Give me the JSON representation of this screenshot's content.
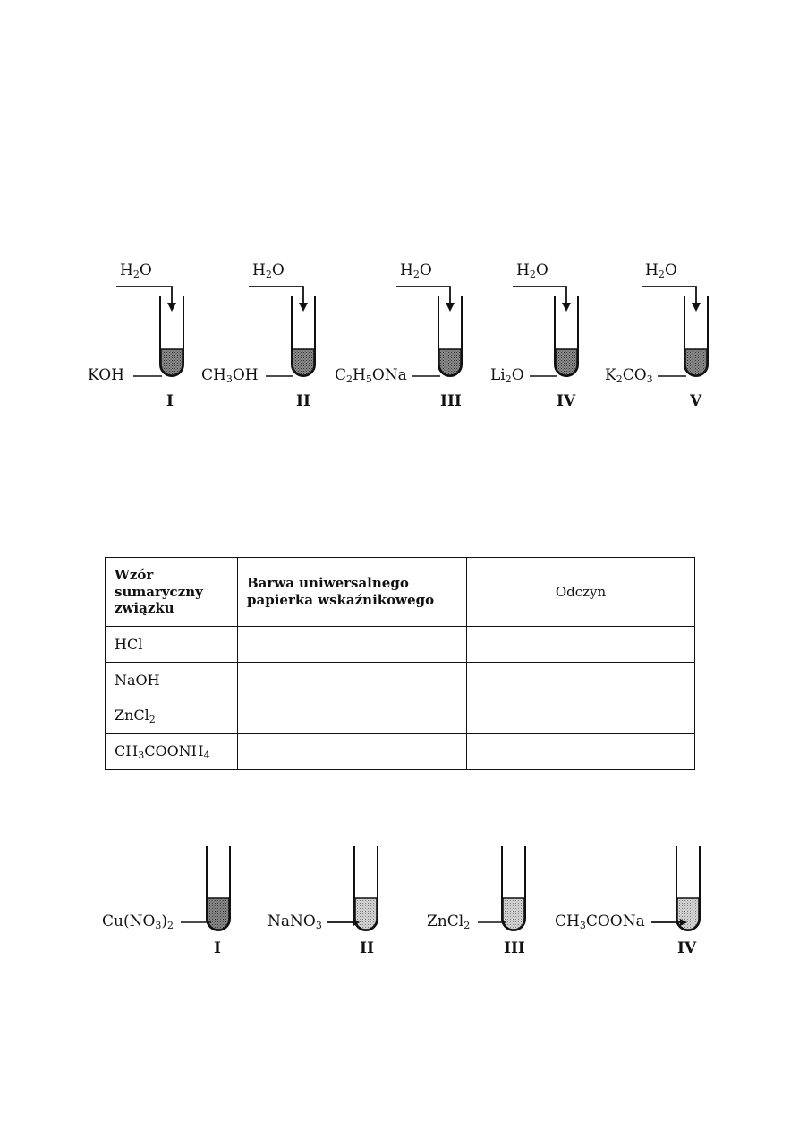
{
  "reagent": "H2O",
  "set1": {
    "tubes": [
      {
        "compound": "KOH",
        "roman": "I"
      },
      {
        "compound": "CH3OH",
        "roman": "II"
      },
      {
        "compound": "C2H5ONa",
        "roman": "III"
      },
      {
        "compound": "Li2O",
        "roman": "IV"
      },
      {
        "compound": "K2CO3",
        "roman": "V"
      }
    ]
  },
  "table": {
    "headers": [
      "Wzór sumaryczny związku",
      "Barwa uniwersalnego papierka wskaźnikowego",
      "Odczyn"
    ],
    "rows": [
      {
        "formula": "HCl",
        "color": "",
        "reaction": ""
      },
      {
        "formula": "NaOH",
        "color": "",
        "reaction": ""
      },
      {
        "formula": "ZnCl2",
        "color": "",
        "reaction": ""
      },
      {
        "formula": "CH3COONH4",
        "color": "",
        "reaction": ""
      }
    ]
  },
  "set2": {
    "tubes": [
      {
        "compound": "Cu(NO3)2",
        "roman": "I"
      },
      {
        "compound": "NaNO3",
        "roman": "II"
      },
      {
        "compound": "ZnCl2",
        "roman": "III"
      },
      {
        "compound": "CH3COONa",
        "roman": "IV"
      }
    ]
  },
  "colors": {
    "ink": "#111111",
    "fill_dark": "#6a6a6a",
    "fill_light": "#bdbdbd"
  }
}
